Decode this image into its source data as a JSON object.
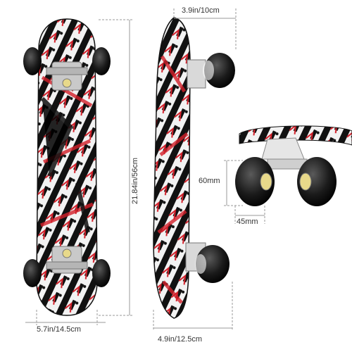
{
  "dimensions": {
    "side_thickness": "3.9in/10cm",
    "length": "21.84in/56cm",
    "deck_width": "5.7in/14.5cm",
    "side_width": "4.9in/12.5cm",
    "wheel_height": "60mm",
    "wheel_width": "45mm"
  },
  "colors": {
    "deck_black": "#111111",
    "deck_white": "#f2f2f2",
    "deck_red": "#d4202a",
    "wheel": "#1a1a1a",
    "truck": "#c9c9c9",
    "dimension_line": "#9a9a9a"
  }
}
